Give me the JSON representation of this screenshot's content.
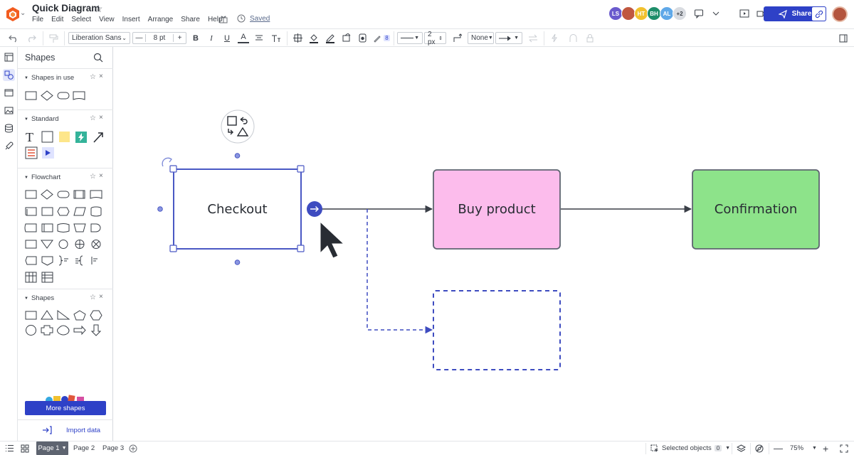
{
  "app": {
    "doc_title": "Quick Diagram",
    "menu": [
      "File",
      "Edit",
      "Select",
      "View",
      "Insert",
      "Arrange",
      "Share",
      "Help"
    ],
    "saved_label": "Saved",
    "collaborators": [
      {
        "initials": "LS",
        "color": "#6a5acd"
      },
      {
        "initials": "",
        "color": "#c0573f"
      },
      {
        "initials": "HT",
        "color": "#f2c12e"
      },
      {
        "initials": "BH",
        "color": "#1e8e6a"
      },
      {
        "initials": "AL",
        "color": "#5fa8e8"
      },
      {
        "initials": "+2",
        "color": "#d9dce1"
      }
    ],
    "share_label": "Share"
  },
  "toolbar": {
    "font_family": "Liberation Sans",
    "font_size": "8 pt",
    "line_width": "2 px",
    "endpoint_style": "None",
    "shape_count_badge": "8"
  },
  "shapes_panel": {
    "title": "Shapes",
    "sections": [
      {
        "title": "Shapes in use"
      },
      {
        "title": "Standard"
      },
      {
        "title": "Flowchart"
      },
      {
        "title": "Shapes"
      }
    ],
    "more_shapes_label": "More shapes",
    "import_label": "Import data"
  },
  "canvas": {
    "checkout_label": "Checkout",
    "buy_label": "Buy product",
    "confirmation_label": "Confirmation",
    "colors": {
      "selection": "#4a58c4",
      "buy_fill": "#fcbcec",
      "confirm_fill": "#8de38a",
      "dashed": "#3e4cc0"
    }
  },
  "bottombar": {
    "pages": [
      "Page 1",
      "Page 2",
      "Page 3"
    ],
    "selected_label": "Selected objects",
    "selected_count": "0",
    "zoom": "75%"
  }
}
